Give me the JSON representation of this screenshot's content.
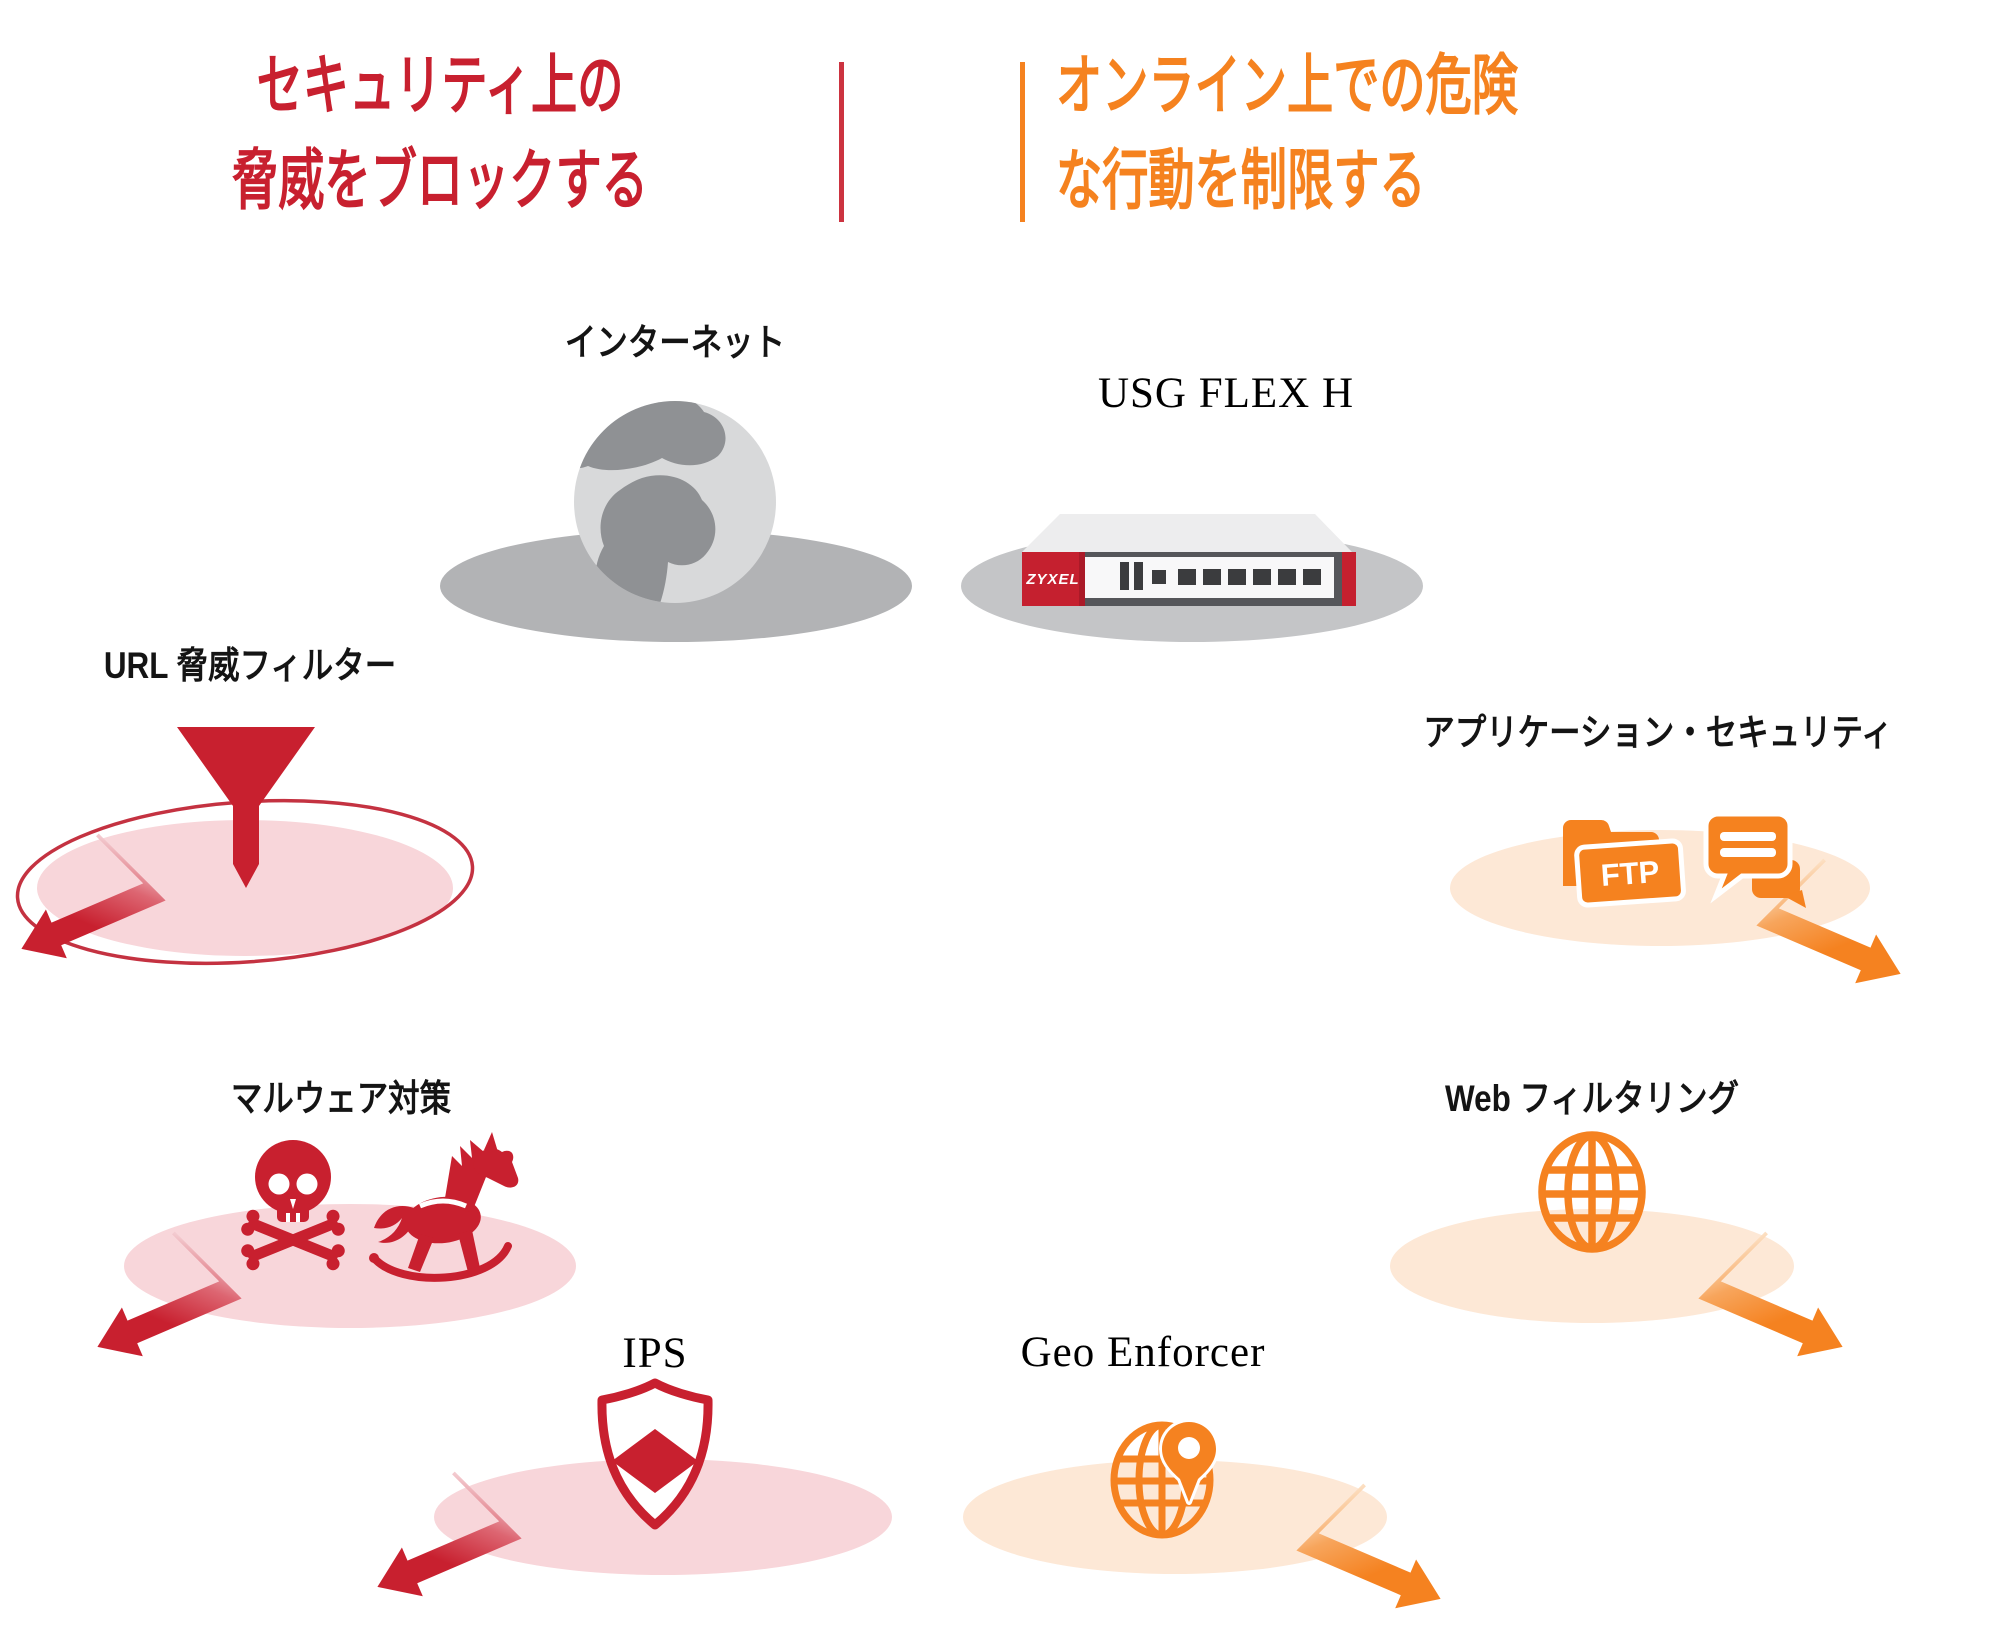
{
  "headings": {
    "block_threats": {
      "line1": "セキュリティ上の",
      "line2": "脅威をブロックする",
      "color": "#c8202f"
    },
    "restrict_behavior": {
      "line1": "オンライン上での危険",
      "line2": "な行動を制限する",
      "color": "#f5821f"
    }
  },
  "labels": {
    "internet": "インターネット",
    "usg": "USG FLEX H",
    "url_filter": "URL 脅威フィルター",
    "app_security": "アプリケーション・セキュリティ",
    "malware": "マルウェア対策",
    "web_filtering": "Web フィルタリング",
    "ips": "IPS",
    "geo": "Geo Enforcer"
  },
  "device": {
    "brand": "ZYXEL"
  },
  "icon_text": {
    "ftp": "FTP"
  },
  "icons": {
    "internet": "globe-icon",
    "usg": "firewall-appliance-icon",
    "url_filter": "funnel-icon",
    "app_security": "ftp-folder-and-chat-bubbles-icon",
    "malware": "skull-crossbones-and-trojan-horse-icon",
    "web_filtering": "wireframe-globe-icon",
    "ips": "shield-diamond-icon",
    "geo": "globe-location-pin-icon",
    "blocked_traffic": "bounce-arrow-icon"
  },
  "colors": {
    "red": "#c8202f",
    "orange": "#f5821f",
    "pink_platform": "#f8d6da",
    "peach_platform": "#fde8d6",
    "gray_platform": "#b2b3b5",
    "gray_platform_light": "#c4c5c7",
    "continent_gray": "#8f9194"
  }
}
